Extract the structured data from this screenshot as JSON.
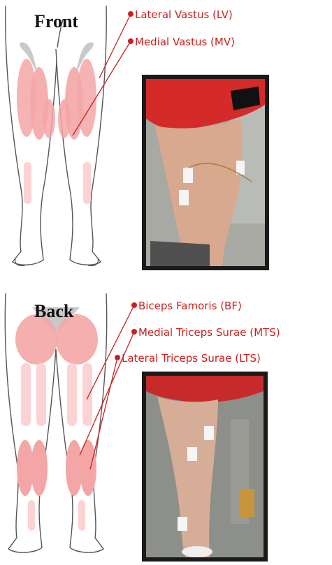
{
  "colors": {
    "label_red": "#cc1f1f",
    "muscle_pink": "#f4a6a6",
    "muscle_pale": "#fbd3d3",
    "muscle_gray": "#c9c9c9",
    "outline": "#555555"
  },
  "front_panel": {
    "title": "Front",
    "labels": [
      {
        "id": "lv",
        "text": "Lateral Vastus (LV)"
      },
      {
        "id": "mv",
        "text": "Medial Vastus (MV)"
      }
    ],
    "photo_icon": "thigh-electrodes-photo"
  },
  "back_panel": {
    "title": "Back",
    "labels": [
      {
        "id": "bf",
        "text": "Biceps Famoris (BF)"
      },
      {
        "id": "mts",
        "text": "Medial Triceps Surae (MTS)"
      },
      {
        "id": "lts",
        "text": "Lateral Triceps Surae (LTS)"
      }
    ],
    "photo_icon": "calf-electrodes-photo"
  }
}
